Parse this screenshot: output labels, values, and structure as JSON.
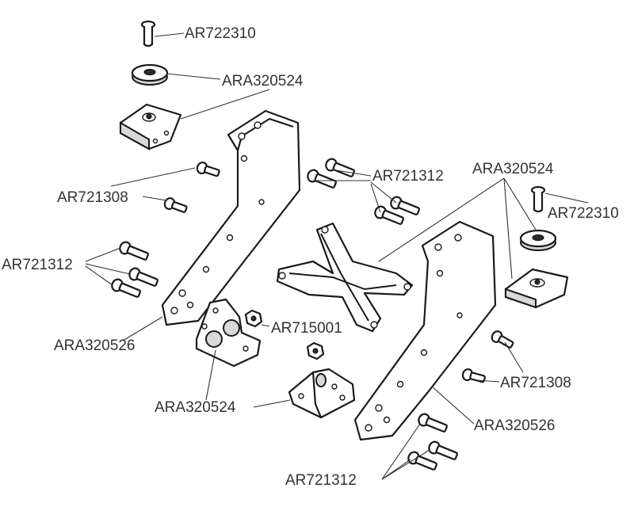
{
  "labels": {
    "screw_top_left": "AR722310",
    "washer_top_left": "ARA320524",
    "screws_left_pair": "AR721308",
    "screws_left_triple": "AR721312",
    "plate_left": "ARA320526",
    "nuts": "AR715001",
    "mounts_bottom": "ARA320524",
    "screws_top_middle": "AR721312",
    "washer_right": "ARA320524",
    "screw_top_right": "AR722310",
    "screws_right_pair": "AR721308",
    "plate_right": "ARA320526",
    "screws_bottom_triple": "AR721312"
  }
}
